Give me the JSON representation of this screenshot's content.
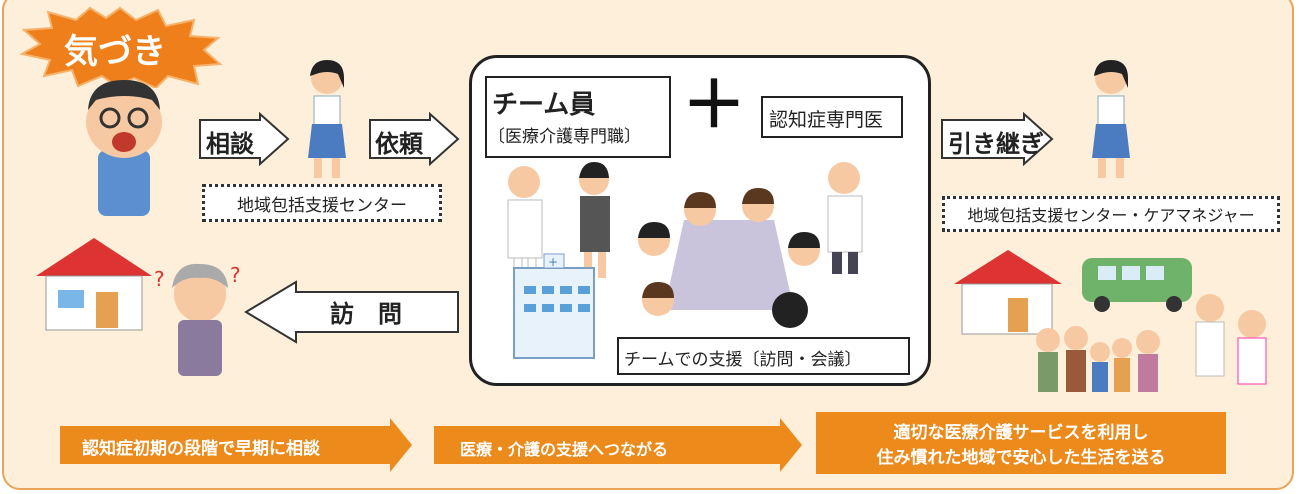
{
  "kizuki": {
    "label": "気づき",
    "color": "#ee7f1a"
  },
  "arrows": {
    "soudan": "相談",
    "irai": "依頼",
    "hikitsugi": "引き継ぎ",
    "houmon": "訪　問"
  },
  "center_left_label": "地域包括支援センター",
  "center_right_label": "地域包括支援センター・ケアマネジャー",
  "team": {
    "member_title": "チーム員",
    "member_sub": "〔医療介護専門職〕",
    "plus": "＋",
    "doctor_label": "認知症専門医",
    "support_label": "チームでの支援〔訪問・会議〕"
  },
  "bottom_flow": [
    "認知症初期の段階で早期に相談",
    "医療・介護の支援へつながる",
    "適切な医療介護サービスを利用し",
    "住み慣れた地域で安心した生活を送る"
  ],
  "colors": {
    "accent": "#ec8a1c",
    "panel": "#fdefd9",
    "border": "#e8a55a"
  }
}
